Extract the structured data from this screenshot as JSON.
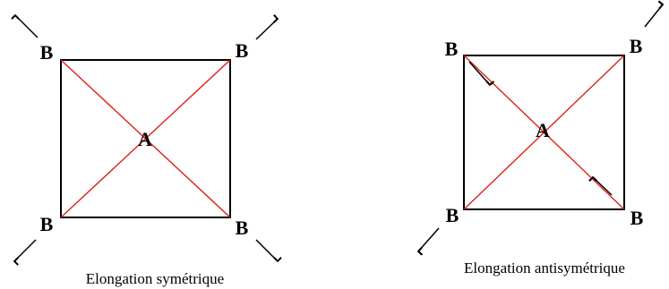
{
  "diagrams": [
    {
      "caption": "Elongation symétrique",
      "central_atom": "A",
      "outer_atoms": [
        "B",
        "B",
        "B",
        "B"
      ]
    },
    {
      "caption": "Elongation antisymétrique",
      "central_atom": "A",
      "outer_atoms": [
        "B",
        "B",
        "B",
        "B"
      ]
    }
  ],
  "colors": {
    "bond": "#e0201b",
    "frame": "#000000",
    "arrow": "#000000"
  }
}
